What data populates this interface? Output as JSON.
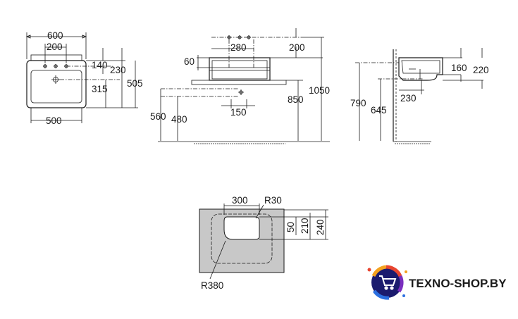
{
  "front_view": {
    "width_top": "600",
    "tap_spacing": "200",
    "bowl_width": "500",
    "tap_to_edge": "140",
    "depth_to_drain": "230",
    "drain_to_bottom": "315",
    "total_depth": "505"
  },
  "side_view": {
    "tap_spacing": "280",
    "rim_height": "200",
    "bowl_depth": "60",
    "outlet_offset": "150",
    "outlet_height": "480",
    "trap_height": "560",
    "counter_height": "850",
    "tap_height": "1050"
  },
  "wall_view": {
    "bowl_height": "160",
    "total_height": "220",
    "outlet_from_wall": "230",
    "counter_height": "790",
    "outlet_height": "645"
  },
  "cutout": {
    "width": "300",
    "corner_radius": "R30",
    "dim_50": "50",
    "dim_210": "210",
    "dim_240": "240",
    "large_radius": "R380"
  },
  "logo": {
    "text": "TEXNO-SHOP.BY",
    "icon": "shopping-cart-icon",
    "colors": [
      "#f4a21e",
      "#e8452f",
      "#7b2fbf",
      "#2b6fe0",
      "#1b1b6e"
    ]
  }
}
